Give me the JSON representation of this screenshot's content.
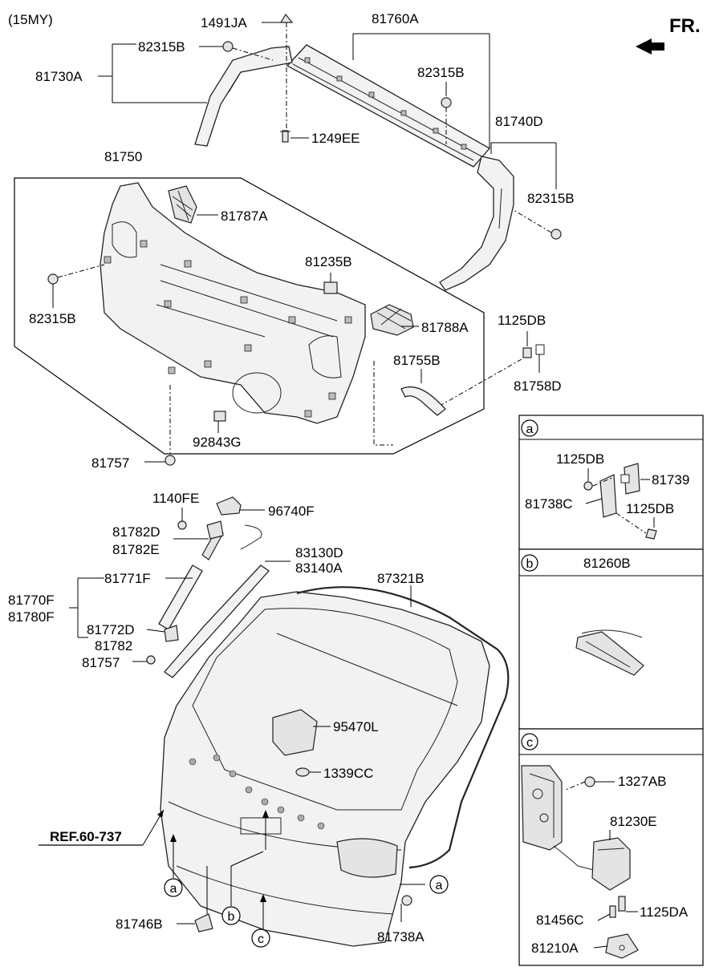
{
  "model_tag": "(15MY)",
  "direction_label": "FR.",
  "ref_label": "REF.60-737",
  "callouts": {
    "a": "a",
    "b": "b",
    "c": "c"
  },
  "parts": {
    "p1491ja": "1491JA",
    "p81760a": "81760A",
    "p82315b_top": "82315B",
    "p81730a": "81730A",
    "p82315b_mid": "82315B",
    "p1249ee": "1249EE",
    "p81740d": "81740D",
    "p81750": "81750",
    "p82315b_right": "82315B",
    "p81787a": "81787A",
    "p81235b": "81235B",
    "p82315b_left": "82315B",
    "p81788a": "81788A",
    "p1125db": "1125DB",
    "p81755b": "81755B",
    "p81758d": "81758D",
    "p92843g": "92843G",
    "p81757_top": "81757",
    "p1140fe": "1140FE",
    "p96740f": "96740F",
    "p81782d": "81782D",
    "p81782e": "81782E",
    "p83130d": "83130D",
    "p83140a": "83140A",
    "p81771f": "81771F",
    "p87321b": "87321B",
    "p81770f": "81770F",
    "p81780f": "81780F",
    "p81772d": "81772D",
    "p81782": "81782",
    "p81757_low": "81757",
    "p95470l": "95470L",
    "p1339cc": "1339CC",
    "p81746b": "81746B",
    "p81738a": "81738A"
  },
  "panel_a": {
    "letter": "a",
    "p1125db_1": "1125DB",
    "p81739": "81739",
    "p81738c": "81738C",
    "p1125db_2": "1125DB"
  },
  "panel_b": {
    "letter": "b",
    "p81260b": "81260B"
  },
  "panel_c": {
    "letter": "c",
    "p1327ab": "1327AB",
    "p81230e": "81230E",
    "p81456c": "81456C",
    "p1125da": "1125DA",
    "p81210a": "81210A"
  }
}
